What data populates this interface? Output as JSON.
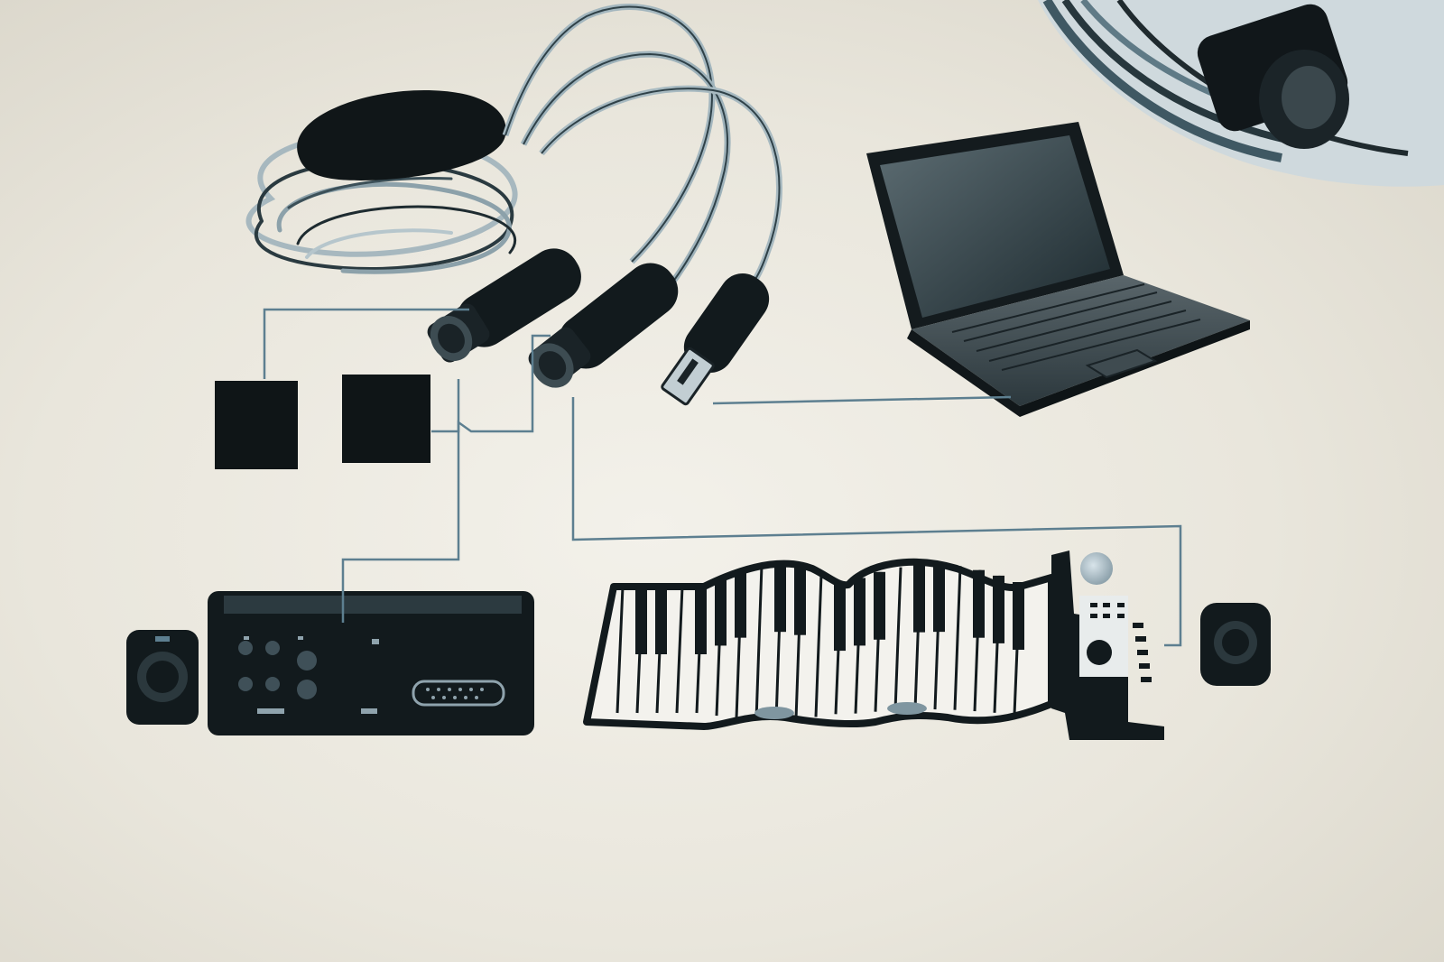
{
  "diagram": {
    "colors": {
      "background": "#ece9e0",
      "device": "#141b1e",
      "wire": "#5d7f90",
      "cable": "#93aab4",
      "screen": "#2b3a40"
    },
    "nodes": [
      {
        "id": "midi-usb-interface-cable",
        "icon": "cable-coil-icon"
      },
      {
        "id": "midi-in-plug",
        "icon": "din-connector-icon"
      },
      {
        "id": "midi-out-plug",
        "icon": "din-connector-icon"
      },
      {
        "id": "usb-plug",
        "icon": "usb-connector-icon"
      },
      {
        "id": "laptop",
        "icon": "laptop-icon"
      },
      {
        "id": "midi-box-left",
        "icon": "square-port-icon"
      },
      {
        "id": "midi-box-right",
        "icon": "square-port-icon"
      },
      {
        "id": "sound-module",
        "icon": "sound-module-icon"
      },
      {
        "id": "sound-module-midi-port",
        "icon": "midi-socket-icon"
      },
      {
        "id": "roll-up-piano",
        "icon": "piano-keyboard-icon"
      },
      {
        "id": "piano-midi-port",
        "icon": "midi-socket-icon"
      }
    ],
    "connections": [
      {
        "from": "midi-usb-interface-cable",
        "to": "midi-box-left"
      },
      {
        "from": "midi-in-plug",
        "to": "sound-module"
      },
      {
        "from": "midi-in-plug",
        "to": "midi-box-right"
      },
      {
        "from": "midi-out-plug",
        "to": "roll-up-piano"
      },
      {
        "from": "usb-plug",
        "to": "laptop"
      }
    ]
  }
}
